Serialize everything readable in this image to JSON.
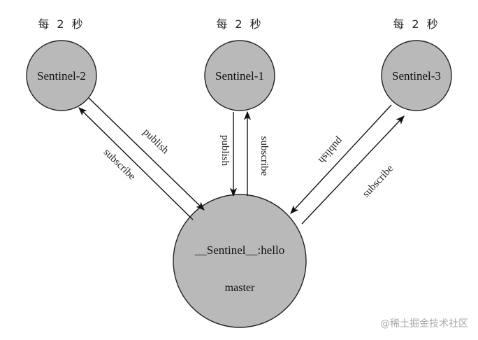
{
  "nodes": {
    "sentinel_2": {
      "label": "Sentinel-2",
      "frequency": "每 2 秒"
    },
    "sentinel_1": {
      "label": "Sentinel-1",
      "frequency": "每 2 秒"
    },
    "sentinel_3": {
      "label": "Sentinel-3",
      "frequency": "每 2 秒"
    },
    "master": {
      "channel": "__Sentinel__:hello",
      "name": "master"
    }
  },
  "edges": {
    "publish": "publish",
    "subscribe": "subscribe"
  },
  "colors": {
    "node_fill": "#b9b9b9",
    "stroke": "#111111",
    "watermark": "#aaaaaa"
  },
  "watermark": "@稀土掘金技术社区"
}
